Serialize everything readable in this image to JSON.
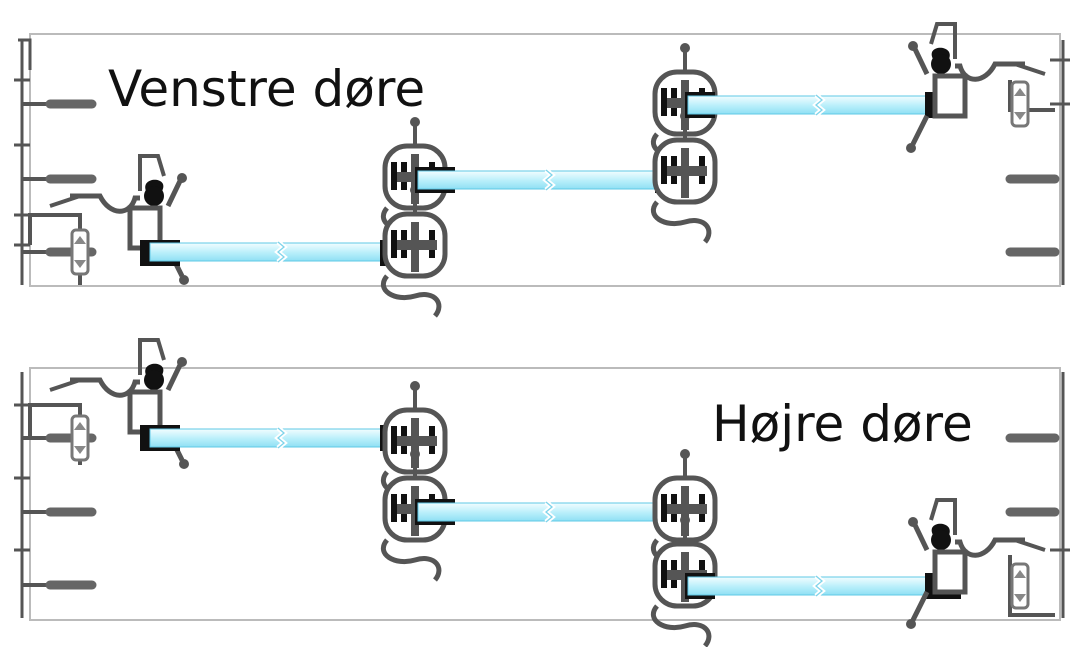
{
  "labels": {
    "left_doors": "Venstre døre",
    "right_doors": "Højre døre"
  },
  "colors": {
    "profile": "#555555",
    "profile_dark": "#111111",
    "glass_light": "#e9fbff",
    "glass_mid": "#9be7f8",
    "glass_edge": "#5fc8e6",
    "frame_line": "#bbbbbb"
  },
  "panels": [
    {
      "name": "venstre",
      "door_count": 3
    },
    {
      "name": "hoejre",
      "door_count": 3
    }
  ]
}
